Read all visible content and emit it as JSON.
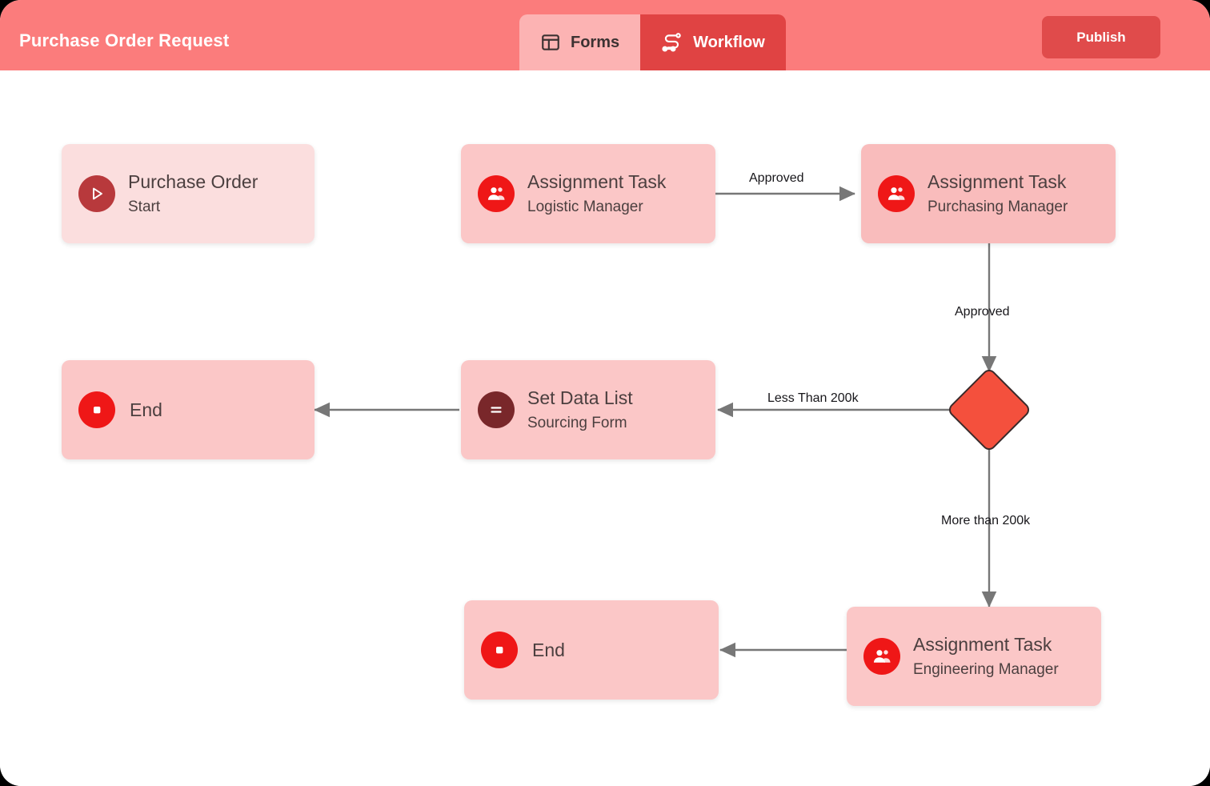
{
  "header": {
    "title": "Purchase Order Request",
    "tabs": [
      {
        "label": "Forms",
        "icon": "layout-panel-icon",
        "active": false
      },
      {
        "label": "Workflow",
        "icon": "workflow-route-icon",
        "active": true
      }
    ],
    "publish_label": "Publish"
  },
  "colors": {
    "header_bg": "#fb7c7c",
    "tab_active_bg": "#e04343",
    "tab_inactive_bg": "#fcb3b3",
    "publish_bg": "#e04b4b",
    "node_light": "#fbdede",
    "node_mid": "#fbc7c7",
    "node_deep": "#f9bcbc",
    "icon_start": "#b8393c",
    "icon_user": "#ef1717",
    "icon_end": "#ef1717",
    "icon_data": "#79272a",
    "decision_fill": "#f4503d",
    "decision_border": "#3a2b2b",
    "edge_stroke": "#777777",
    "text_dark": "#4b3f3f"
  },
  "workflow": {
    "nodes": [
      {
        "id": "start",
        "title": "Purchase Order",
        "subtitle": "Start",
        "icon": "play-icon"
      },
      {
        "id": "task-logistic",
        "title": "Assignment Task",
        "subtitle": "Logistic Manager",
        "icon": "users-icon"
      },
      {
        "id": "task-purchasing",
        "title": "Assignment Task",
        "subtitle": "Purchasing Manager",
        "icon": "users-icon"
      },
      {
        "id": "set-data-list",
        "title": "Set Data List",
        "subtitle": "Sourcing  Form",
        "icon": "list-icon"
      },
      {
        "id": "end-top",
        "title": "End",
        "subtitle": "",
        "icon": "stop-icon"
      },
      {
        "id": "task-engineering",
        "title": "Assignment Task",
        "subtitle": "Engineering Manager",
        "icon": "users-icon"
      },
      {
        "id": "end-bottom",
        "title": "End",
        "subtitle": "",
        "icon": "stop-icon"
      },
      {
        "id": "decision",
        "title": "",
        "subtitle": "",
        "icon": "decision-diamond"
      }
    ],
    "edge_labels": {
      "approved_horizontal": "Approved",
      "approved_vertical": "Approved",
      "less_than": "Less Than 200k",
      "more_than": "More than 200k"
    }
  }
}
